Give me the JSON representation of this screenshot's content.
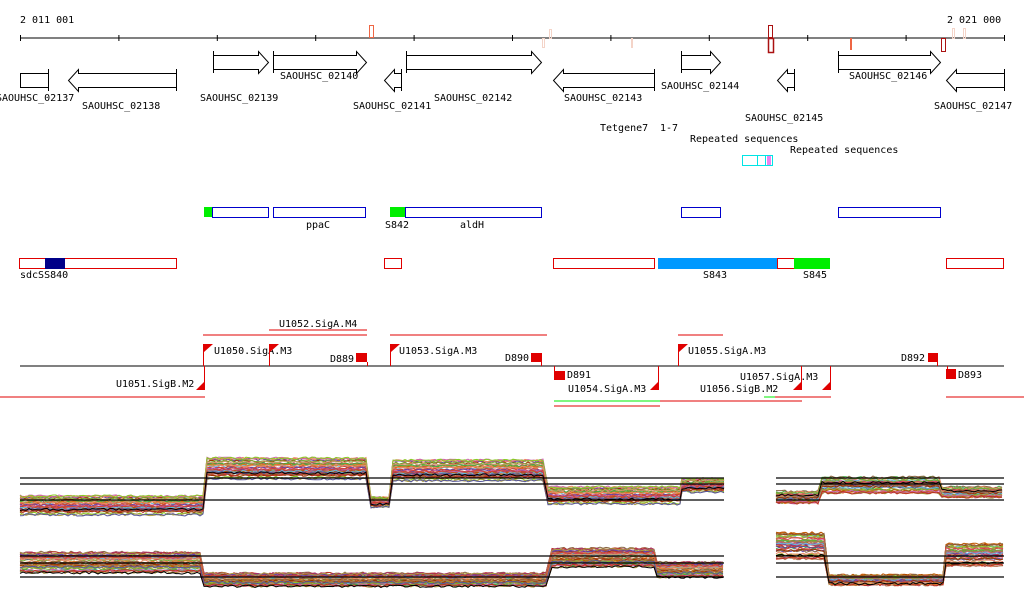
{
  "ruler": {
    "start_label": "2 011 001",
    "end_label": "2 021 000"
  },
  "genes": [
    {
      "label": "SAOUHSC_02137",
      "strand": "none"
    },
    {
      "label": "SAOUHSC_02138",
      "strand": "-"
    },
    {
      "label": "SAOUHSC_02139",
      "strand": "+"
    },
    {
      "label": "SAOUHSC_02140",
      "strand": "+"
    },
    {
      "label": "SAOUHSC_02141",
      "strand": "-"
    },
    {
      "label": "SAOUHSC_02142",
      "strand": "+"
    },
    {
      "label": "SAOUHSC_02143",
      "strand": "-"
    },
    {
      "label": "SAOUHSC_02144",
      "strand": "+"
    },
    {
      "label": "SAOUHSC_02145",
      "strand": "-"
    },
    {
      "label": "SAOUHSC_02146",
      "strand": "+"
    },
    {
      "label": "SAOUHSC_02147",
      "strand": "-"
    }
  ],
  "repeats": {
    "labels": [
      "Tetgene7",
      "1-7",
      "Repeated sequences",
      "Repeated sequences"
    ]
  },
  "annotations_blue": [
    {
      "label": ""
    },
    {
      "label": "ppaC"
    },
    {
      "label": "S842"
    },
    {
      "label": "aldH"
    },
    {
      "label": ""
    },
    {
      "label": ""
    }
  ],
  "annotations_red": [
    {
      "label": "sdcSS840"
    },
    {
      "label": ""
    },
    {
      "label": ""
    },
    {
      "label": "S843"
    },
    {
      "label": "S845"
    },
    {
      "label": ""
    }
  ],
  "promoters_forward": [
    {
      "label": "U1050.SigA.M3"
    },
    {
      "label": "U1052.SigA.M4"
    },
    {
      "label": "U1053.SigA.M3"
    },
    {
      "label": "U1055.SigA.M3"
    }
  ],
  "promoters_reverse": [
    {
      "label": "U1051.SigB.M2"
    },
    {
      "label": "U1054.SigA.M3"
    },
    {
      "label": "U1056.SigB.M2"
    },
    {
      "label": "U1057.SigA.M3"
    }
  ],
  "terminators": [
    {
      "label": "D889"
    },
    {
      "label": "D890"
    },
    {
      "label": "D891"
    },
    {
      "label": "D892"
    },
    {
      "label": "D893"
    }
  ],
  "colors": {
    "gene_outline": "#000000",
    "blue_track": "#0000cc",
    "red_track": "#e00000",
    "green_fill": "#00ee00",
    "navy_fill": "#000088",
    "sky_fill": "#0099ff",
    "cyan_repeat": "#00e5e5",
    "magenta_repeat": "#dd00dd",
    "dark_red_marker": "#aa1111",
    "salmon_marker": "#ee6644",
    "pale_marker": "#f4d4c8"
  }
}
